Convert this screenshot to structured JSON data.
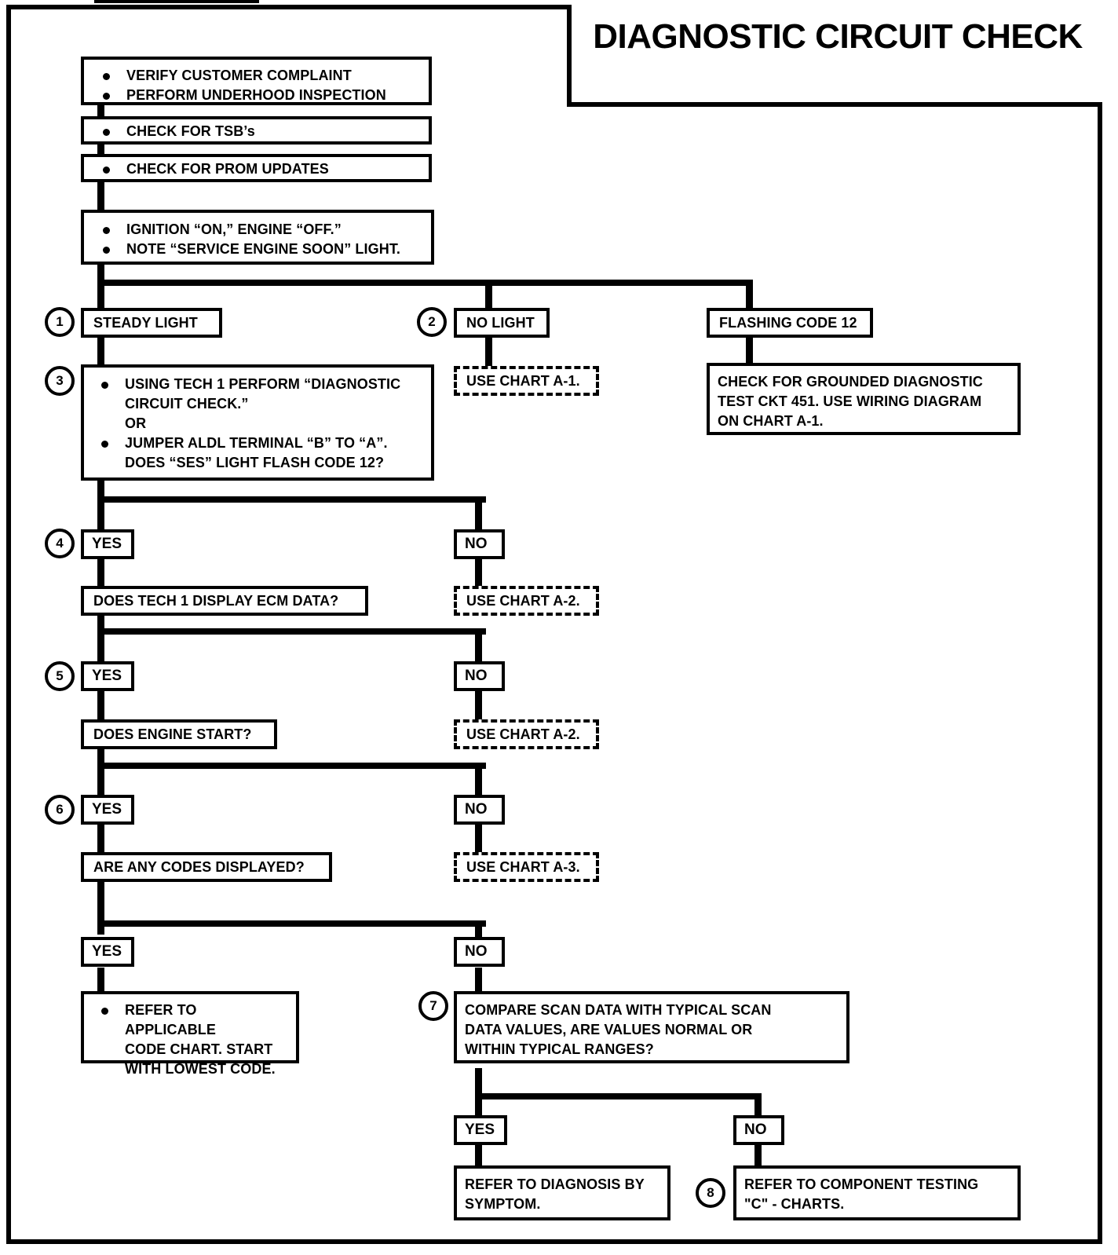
{
  "document": {
    "title": "DIAGNOSTIC CIRCUIT CHECK"
  },
  "steps": {
    "s1": "1",
    "s2": "2",
    "s3": "3",
    "s4": "4",
    "s5": "5",
    "s6": "6",
    "s7": "7",
    "s8": "8"
  },
  "boxes": {
    "verify": {
      "line1": "VERIFY CUSTOMER COMPLAINT",
      "line2": "PERFORM UNDERHOOD INSPECTION"
    },
    "tsb": {
      "line1": "CHECK FOR TSB’s"
    },
    "prom": {
      "line1": "CHECK FOR PROM UPDATES"
    },
    "ignition": {
      "line1": "IGNITION “ON,” ENGINE  “OFF.”",
      "line2": "NOTE “SERVICE ENGINE SOON” LIGHT."
    },
    "steady_light": "STEADY LIGHT",
    "no_light": "NO LIGHT",
    "flashing_code_12": "FLASHING CODE 12",
    "use_chart_a1": "USE CHART A-1.",
    "grounded": {
      "line1": "CHECK FOR GROUNDED DIAGNOSTIC",
      "line2": "TEST CKT 451.  USE WIRING DIAGRAM",
      "line3": "ON CHART A-1."
    },
    "tech1": {
      "line1": "USING TECH 1 PERFORM “DIAGNOSTIC",
      "line2": "CIRCUIT CHECK.”",
      "line3": "OR",
      "line4": "JUMPER ALDL TERMINAL “B” TO “A”.",
      "line5": "DOES “SES” LIGHT FLASH CODE 12?"
    },
    "ecm_data": "DOES TECH 1 DISPLAY ECM DATA?",
    "use_chart_a2_1": "USE CHART A-2.",
    "engine_start": "DOES ENGINE START?",
    "use_chart_a2_2": "USE CHART A-2.",
    "codes_displayed": "ARE ANY CODES DISPLAYED?",
    "use_chart_a3": "USE CHART A-3.",
    "refer_code_chart": {
      "line1": "REFER TO APPLICABLE",
      "line2": "CODE CHART.  START",
      "line3": "WITH LOWEST CODE."
    },
    "compare_scan": {
      "line1": "COMPARE  SCAN DATA WITH TYPICAL SCAN",
      "line2": "DATA VALUES,  ARE VALUES  NORMAL OR",
      "line3": "WITHIN TYPICAL RANGES?"
    },
    "refer_symptom": {
      "line1": "REFER TO DIAGNOSIS BY",
      "line2": "SYMPTOM."
    },
    "refer_component": {
      "line1": "REFER TO  COMPONENT TESTING",
      "line2": "\"C\" - CHARTS."
    }
  },
  "branch_labels": {
    "yes1": "YES",
    "no1": "NO",
    "yes2": "YES",
    "no2": "NO",
    "yes3": "YES",
    "no3": "NO",
    "yes4": "YES",
    "no4": "NO",
    "yes5": "YES",
    "no5": "NO"
  },
  "colors": {
    "ink": "#000000",
    "paper": "#ffffff"
  }
}
